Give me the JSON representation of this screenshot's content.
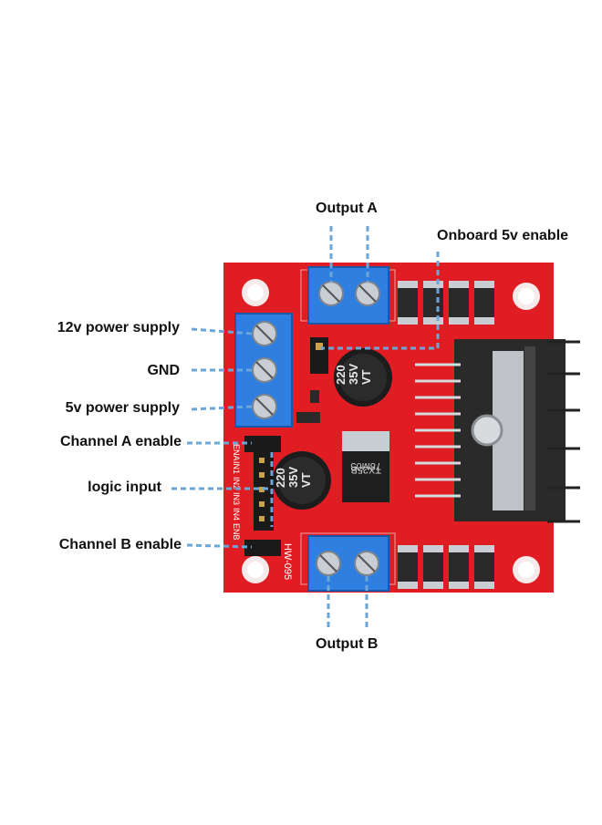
{
  "labels": {
    "output_a": "Output A",
    "output_b": "Output B",
    "onboard_5v_enable": "Onboard 5v enable",
    "power_12v": "12v power supply",
    "gnd": "GND",
    "power_5v": "5v power supply",
    "channel_a_enable": "Channel A enable",
    "logic_input": "logic input",
    "channel_b_enable": "Channel  B enable"
  },
  "board": {
    "model_marking": "HW-095",
    "capacitor_top": [
      "220",
      "35V",
      "VT"
    ],
    "capacitor_bottom": [
      "220",
      "35V",
      "VT"
    ],
    "regulator_marking": [
      "78M05",
      "TX25B"
    ],
    "header_pins": [
      "ENA",
      "IN1",
      "IN2",
      "IN3",
      "IN4",
      "ENB"
    ]
  },
  "colors": {
    "pcb": "#e11d24",
    "terminal_block": "#2f7fe0",
    "leader_line": "#6aa6d8",
    "heatsink": "#2a2a2a"
  }
}
